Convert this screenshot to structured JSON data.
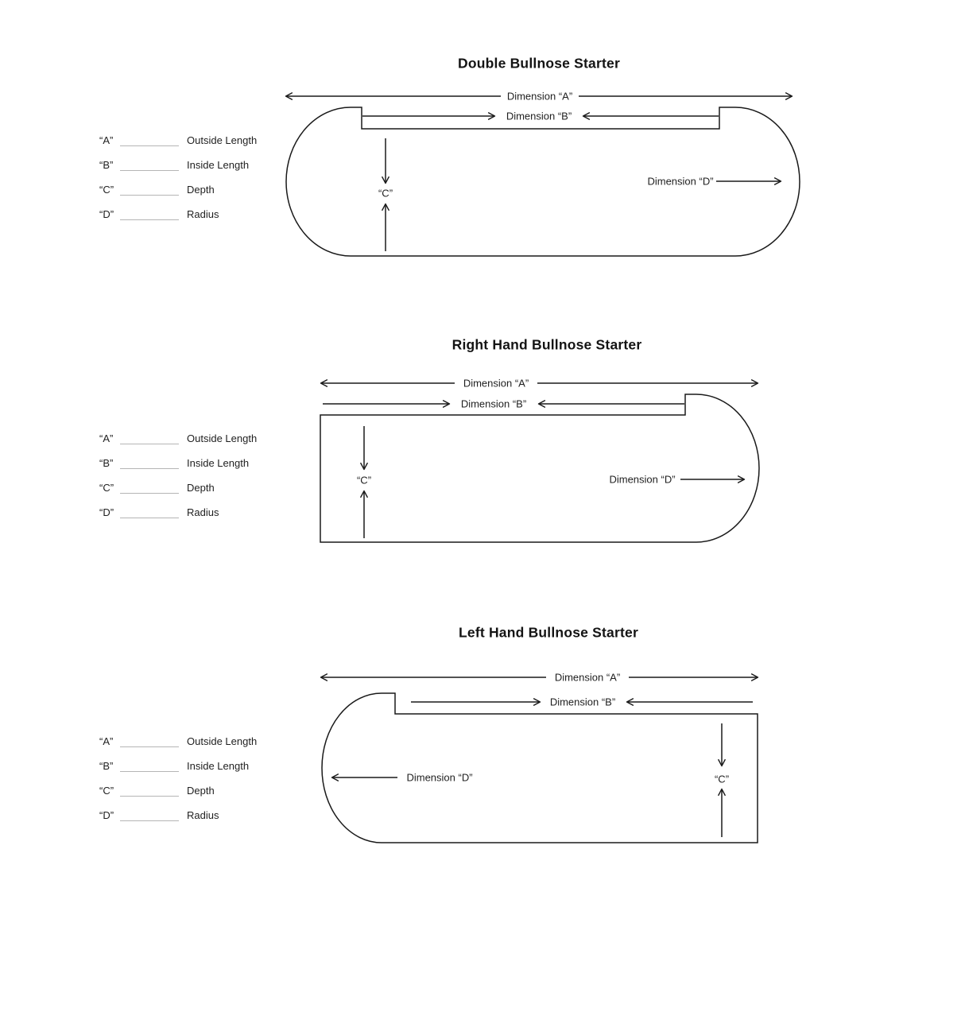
{
  "colors": {
    "line": "#1a1a1a",
    "text": "#1f1f1f",
    "blank_line": "#b5b5b5",
    "background": "#ffffff"
  },
  "sections": [
    {
      "title": "Double Bullnose Starter",
      "dim_a_label": "Dimension “A”",
      "dim_b_label": "Dimension “B”",
      "dim_c_label": "“C”",
      "dim_d_label": "Dimension “D”",
      "fields": [
        {
          "letter": "“A”",
          "label": "Outside Length"
        },
        {
          "letter": "“B”",
          "label": "Inside Length"
        },
        {
          "letter": "“C”",
          "label": "Depth"
        },
        {
          "letter": "“D”",
          "label": "Radius"
        }
      ]
    },
    {
      "title": "Right Hand Bullnose Starter",
      "dim_a_label": "Dimension “A”",
      "dim_b_label": "Dimension “B”",
      "dim_c_label": "“C”",
      "dim_d_label": "Dimension “D”",
      "fields": [
        {
          "letter": "“A”",
          "label": "Outside Length"
        },
        {
          "letter": "“B”",
          "label": "Inside Length"
        },
        {
          "letter": "“C”",
          "label": "Depth"
        },
        {
          "letter": "“D”",
          "label": "Radius"
        }
      ]
    },
    {
      "title": "Left Hand Bullnose Starter",
      "dim_a_label": "Dimension “A”",
      "dim_b_label": "Dimension “B”",
      "dim_c_label": "“C”",
      "dim_d_label": "Dimension “D”",
      "fields": [
        {
          "letter": "“A”",
          "label": "Outside Length"
        },
        {
          "letter": "“B”",
          "label": "Inside Length"
        },
        {
          "letter": "“C”",
          "label": "Depth"
        },
        {
          "letter": "“D”",
          "label": "Radius"
        }
      ]
    }
  ]
}
